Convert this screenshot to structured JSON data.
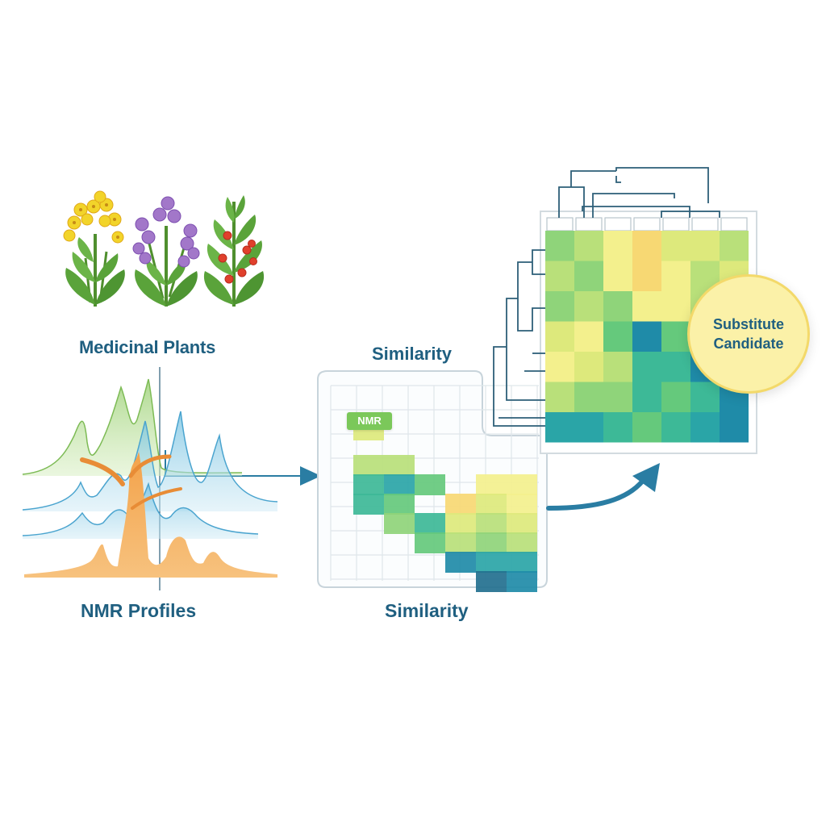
{
  "labels": {
    "medicinal_plants": "Medicinal Plants",
    "nmr_profiles": "NMR Profiles",
    "similarity_top": "Similarity",
    "similarity_bottom": "Similarity",
    "nmr_tag": "NMR",
    "substitute_line1": "Substitute",
    "substitute_line2": "Candidate"
  },
  "plants": [
    {
      "name": "yellow-flower-plant",
      "flower_color": "#f2d42a",
      "flower_accent": "#e0a818"
    },
    {
      "name": "purple-flower-plant",
      "flower_color": "#a277c9",
      "flower_accent": "#7d4fb0"
    },
    {
      "name": "red-berry-plant",
      "flower_color": "#e0402c",
      "flower_accent": "#b92c1e"
    }
  ],
  "colors": {
    "label_text": "#1f5f80",
    "arrow": "#2a7da3",
    "leaf": "#5aa33a",
    "candidate_fill": "#fbf1a8",
    "tag_green": "#7bc85a"
  },
  "palette": [
    "#f3f08d",
    "#dde97c",
    "#b9e07a",
    "#8fd47a",
    "#65c97c",
    "#3db997",
    "#2aa5a7",
    "#1f8ba8",
    "#23708f",
    "#f7d873"
  ],
  "heatmap_matrix": [
    [
      3,
      2,
      0,
      9,
      1,
      1,
      2
    ],
    [
      2,
      3,
      0,
      9,
      0,
      2,
      1
    ],
    [
      3,
      2,
      3,
      0,
      0,
      2,
      2
    ],
    [
      1,
      0,
      4,
      7,
      4,
      8,
      8
    ],
    [
      0,
      1,
      2,
      5,
      5,
      7,
      6
    ],
    [
      2,
      3,
      3,
      5,
      4,
      5,
      7
    ],
    [
      6,
      6,
      5,
      4,
      5,
      6,
      7
    ]
  ],
  "similarity_matrix_cells": [
    [
      0,
      0,
      1
    ],
    [
      1,
      0,
      2
    ],
    [
      1,
      1,
      2
    ],
    [
      2,
      0,
      5
    ],
    [
      2,
      1,
      6
    ],
    [
      2,
      2,
      4
    ],
    [
      2,
      4,
      0
    ],
    [
      2,
      5,
      0
    ],
    [
      3,
      0,
      5
    ],
    [
      3,
      1,
      4
    ],
    [
      3,
      3,
      9
    ],
    [
      3,
      4,
      1
    ],
    [
      3,
      5,
      0
    ],
    [
      4,
      1,
      3
    ],
    [
      4,
      2,
      5
    ],
    [
      4,
      3,
      1
    ],
    [
      4,
      4,
      2
    ],
    [
      4,
      5,
      1
    ],
    [
      5,
      2,
      4
    ],
    [
      5,
      3,
      2
    ],
    [
      5,
      4,
      3
    ],
    [
      5,
      5,
      2
    ],
    [
      6,
      3,
      7
    ],
    [
      6,
      4,
      6
    ],
    [
      6,
      5,
      6
    ],
    [
      7,
      4,
      8
    ],
    [
      7,
      5,
      7
    ]
  ]
}
